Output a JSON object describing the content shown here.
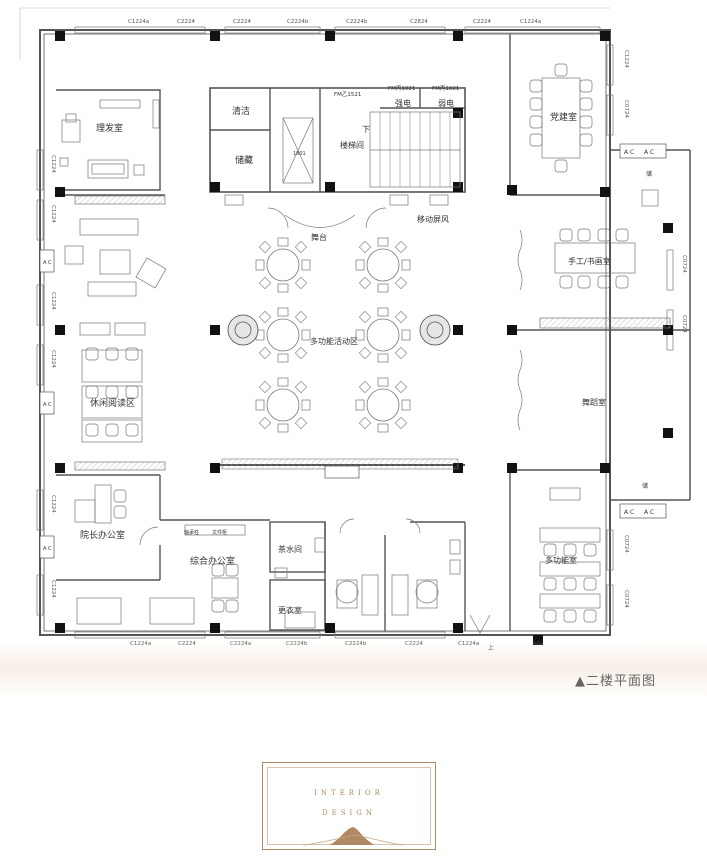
{
  "title": "二楼平面图",
  "caption_marker": "▲",
  "badge": {
    "line1": "INTERIOR",
    "line2": "DESIGN"
  },
  "rooms": {
    "barber": "理发室",
    "cleaning": "清洁",
    "storage": "储藏",
    "elevator": "1801",
    "stairs": "楼梯间",
    "stairs_down": "下",
    "power_strong": "强电",
    "power_weak": "弱电",
    "stage": "舞台",
    "screen": "移动屏风",
    "party": "党建室",
    "craft": "手工/书画室",
    "activity": "多功能活动区",
    "reading": "休闲阅读区",
    "dance": "舞蹈室",
    "dean": "院长办公室",
    "office": "综合办公室",
    "tea": "茶水间",
    "changing": "更衣室",
    "multi": "多功能室",
    "entrance_up": "上",
    "store_a": "储",
    "store_b": "储"
  },
  "doors": {
    "fmc": "FM乙1521",
    "fm1": "FM丙1021",
    "fm2": "FM丙1021",
    "d_a": "轴承柱",
    "d_b": "文件柜"
  },
  "windows_top": [
    "C1224a",
    "C2224",
    "C2224",
    "C2224b",
    "C2224b",
    "C2824",
    "C2224",
    "C1224a"
  ],
  "windows_bottom": [
    "C1224a",
    "C2224",
    "C2224a",
    "C2224b",
    "C2224b",
    "C2224",
    "C1224a"
  ],
  "windows_left": [
    "C1224",
    "C1224",
    "C1224",
    "C1224",
    "C1224",
    "C1224"
  ],
  "windows_right": [
    "C1224",
    "C0724",
    "C0724",
    "C0724",
    "C0724",
    "C0724"
  ],
  "ac_label": "A C"
}
